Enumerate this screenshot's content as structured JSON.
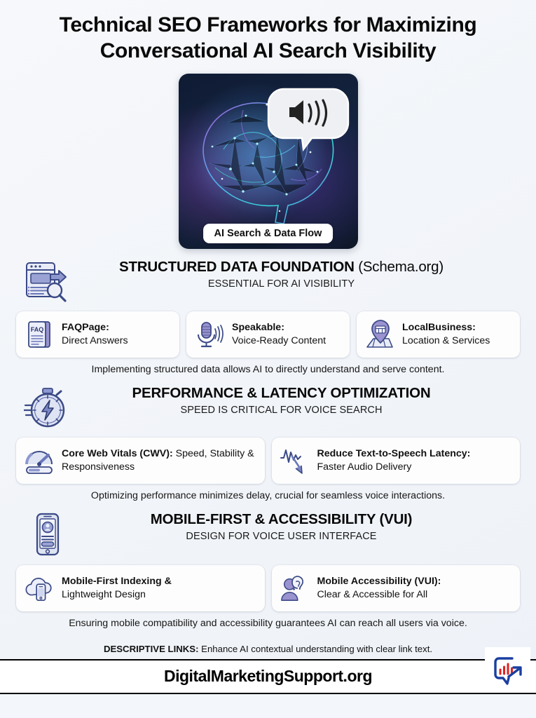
{
  "header": {
    "title_line1": "Technical SEO Frameworks for Maximizing",
    "title_line2": "Conversational AI Search Visibility"
  },
  "hero": {
    "label": "AI Search & Data Flow",
    "icon": "brain-network-illustration",
    "badge_icon": "speaker-volume-icon"
  },
  "sections": [
    {
      "icon": "structured-data-browser-search-icon",
      "title_bold": "STRUCTURED DATA FOUNDATION ",
      "title_light": "(Schema.org)",
      "subtitle": "ESSENTIAL FOR AI VISIBILITY",
      "cards": [
        {
          "icon": "faq-document-icon",
          "title": "FAQPage:",
          "desc": "Direct Answers"
        },
        {
          "icon": "microphone-icon",
          "title": "Speakable:",
          "desc": "Voice-Ready Content"
        },
        {
          "icon": "map-pin-store-icon",
          "title": "LocalBusiness:",
          "desc": "Location & Services"
        }
      ],
      "note": "Implementing structured data allows AI to directly understand and serve content."
    },
    {
      "icon": "stopwatch-lightning-icon",
      "title_bold": "PERFORMANCE & LATENCY OPTIMIZATION",
      "title_light": "",
      "subtitle": "SPEED IS CRITICAL FOR VOICE SEARCH",
      "cards": [
        {
          "icon": "speedometer-gauge-icon",
          "title": "Core Web Vitals (CWV):",
          "desc": " Speed, Stability & Responsiveness"
        },
        {
          "icon": "waveform-down-arrow-icon",
          "title": "Reduce Text-to-Speech Latency:",
          "desc": "Faster Audio Delivery"
        }
      ],
      "note": "Optimizing performance minimizes delay, crucial for seamless voice interactions."
    },
    {
      "icon": "mobile-phone-profile-icon",
      "title_bold": "MOBILE-FIRST & ACCESSIBILITY (VUI)",
      "title_light": "",
      "subtitle": "DESIGN FOR VOICE USER INTERFACE",
      "cards": [
        {
          "icon": "cloud-mobile-icon",
          "title": "Mobile-First Indexing &",
          "desc": "Lightweight Design"
        },
        {
          "icon": "person-ear-accessibility-icon",
          "title": "Mobile Accessibility (VUI):",
          "desc": "Clear & Accessible for All"
        }
      ],
      "note": "Ensuring mobile compatibility and accessibility guarantees AI can reach all users via voice."
    }
  ],
  "footer": {
    "descriptive_links_label": "DESCRIPTIVE LINKS:",
    "descriptive_links_text": " Enhance AI contextual understanding with clear link text.",
    "brand": "DigitalMarketingSupport.org",
    "logo_icon": "chat-bar-chart-arrow-logo"
  },
  "colors": {
    "icon_purple": "#8d86c9",
    "icon_blue": "#7b86c4",
    "logo_blue": "#1a3fa0",
    "logo_red": "#e02020",
    "background": "#f4f6fa"
  }
}
